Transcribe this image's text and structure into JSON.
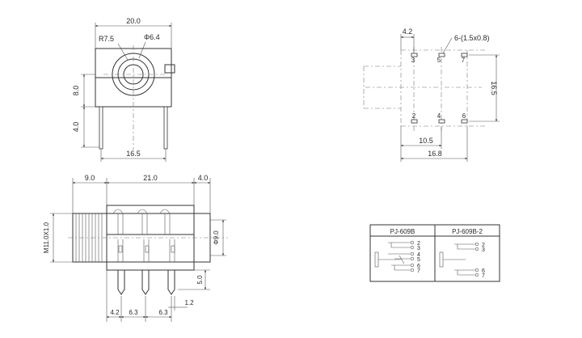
{
  "front_view": {
    "width": "20.0",
    "radius": "R7.5",
    "bore": "Φ6.4",
    "height_upper": "8.0",
    "height_lower": "4.0",
    "pin_pitch": "16.5"
  },
  "pcb_layout": {
    "offset": "4.2",
    "pad_note": "6-(1.5x0.8)",
    "pins_top": [
      "3",
      "5",
      "7"
    ],
    "pins_bottom": [
      "2",
      "4",
      "6"
    ],
    "height": "16.5",
    "dim_short": "10.5",
    "dim_long": "16.8"
  },
  "side_view": {
    "left_len": "9.0",
    "body_len": "21.0",
    "right_len": "4.0",
    "thread": "M11.0X1.0",
    "diameter": "Φ9.0",
    "pin_len": "5.0",
    "gap_small": "1.2",
    "dim_a": "4.2",
    "dim_b": "6.3",
    "dim_c": "6.3"
  },
  "schematic": {
    "model_a": "PJ-609B",
    "model_b": "PJ-609B-2",
    "pins_a": [
      "2",
      "3",
      "4",
      "5",
      "6",
      "7"
    ],
    "pins_b": [
      "2",
      "3",
      "6",
      "7"
    ]
  }
}
